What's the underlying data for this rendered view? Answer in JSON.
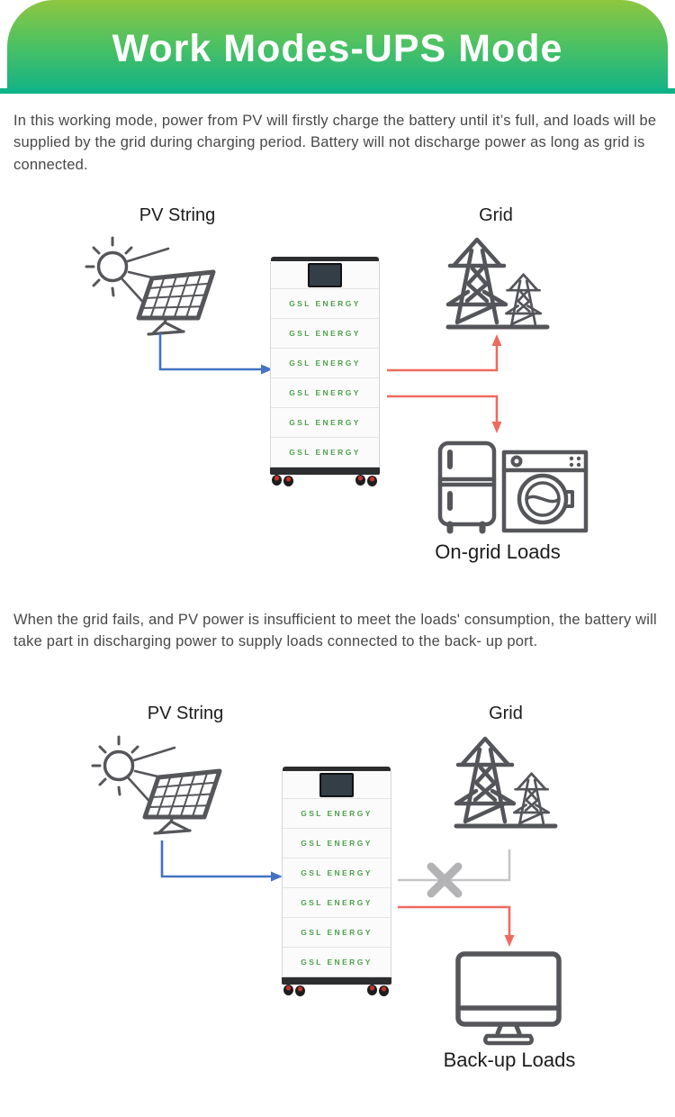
{
  "banner": {
    "title": "Work Modes-UPS Mode"
  },
  "intro": {
    "text": "In this working mode, power from PV will firstly charge the battery until it’s full, and loads will be supplied by the grid during charging period. Battery will not discharge power as long as grid is connected."
  },
  "section2": {
    "text": "When the grid fails, and PV power is insufficient to meet the loads' consumption, the battery will take part in discharging power to supply loads connected to the back- up port."
  },
  "diagram1": {
    "pv_label": "PV String",
    "grid_label": "Grid",
    "loads_label": "On-grid Loads"
  },
  "diagram2": {
    "pv_label": "PV String",
    "grid_label": "Grid",
    "loads_label": "Back-up Loads"
  },
  "battery": {
    "brand": "GSL ENERGY",
    "module_count": 6
  },
  "icons": [
    "sun-icon",
    "solar-panel-icon",
    "grid-tower-icon",
    "fridge-icon",
    "washing-machine-icon",
    "monitor-icon",
    "x-mark-icon",
    "battery-screen"
  ],
  "colors": {
    "banner-top": "#8ec640",
    "banner-bottom": "#10b287",
    "text": "#48484a",
    "brand-green": "#4fa04c",
    "arrow-blue": "#4472c4",
    "arrow-red": "#ee6a5e",
    "line-gray": "#c5c5c7",
    "x-gray": "#b3b3b5",
    "icon-stroke": "#55565a"
  }
}
